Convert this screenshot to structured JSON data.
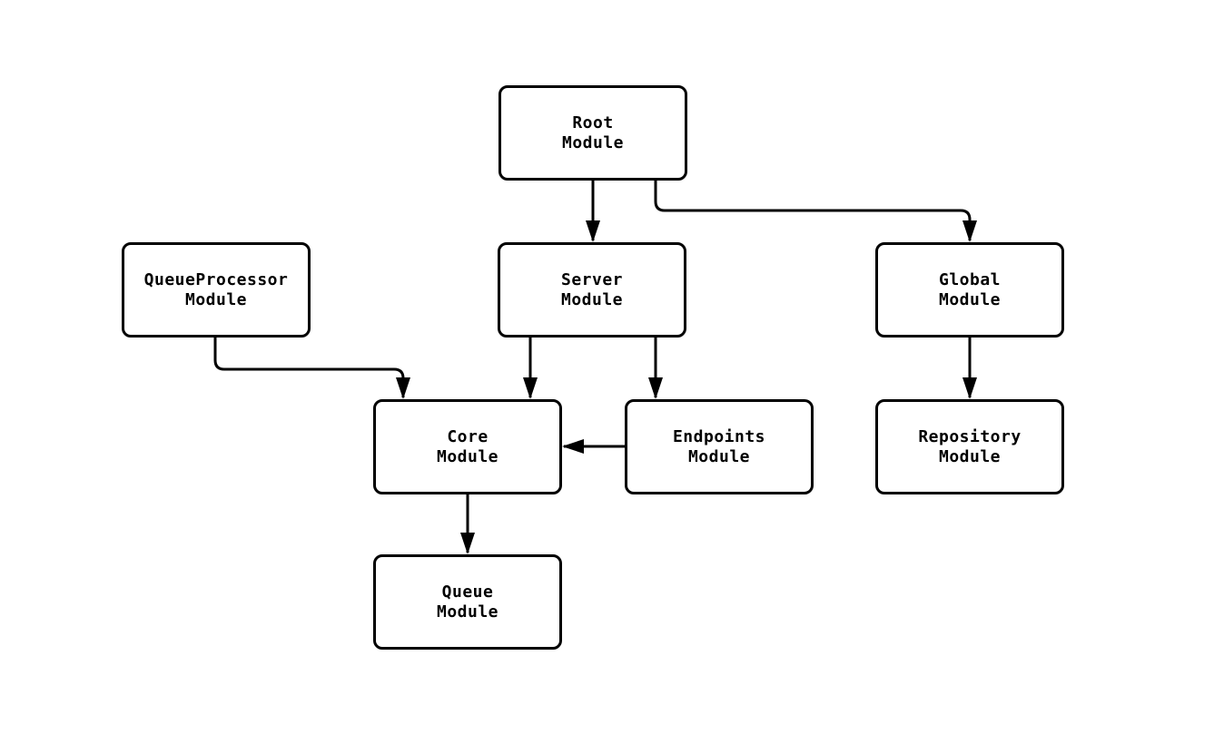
{
  "diagram": {
    "colors": {
      "background": "#ffffff",
      "node_fill": "#ffffff",
      "stroke": "#000000",
      "text": "#000000"
    },
    "nodes": [
      {
        "id": "root",
        "label": "Root\nModule"
      },
      {
        "id": "server",
        "label": "Server\nModule"
      },
      {
        "id": "global",
        "label": "Global\nModule"
      },
      {
        "id": "queueProcessor",
        "label": "QueueProcessor\nModule"
      },
      {
        "id": "core",
        "label": "Core\nModule"
      },
      {
        "id": "endpoints",
        "label": "Endpoints\nModule"
      },
      {
        "id": "repository",
        "label": "Repository\nModule"
      },
      {
        "id": "queue",
        "label": "Queue\nModule"
      }
    ],
    "edges": [
      {
        "from": "root",
        "to": "server"
      },
      {
        "from": "root",
        "to": "global"
      },
      {
        "from": "queueProcessor",
        "to": "core"
      },
      {
        "from": "server",
        "to": "core"
      },
      {
        "from": "server",
        "to": "endpoints"
      },
      {
        "from": "endpoints",
        "to": "core"
      },
      {
        "from": "global",
        "to": "repository"
      },
      {
        "from": "core",
        "to": "queue"
      }
    ]
  }
}
